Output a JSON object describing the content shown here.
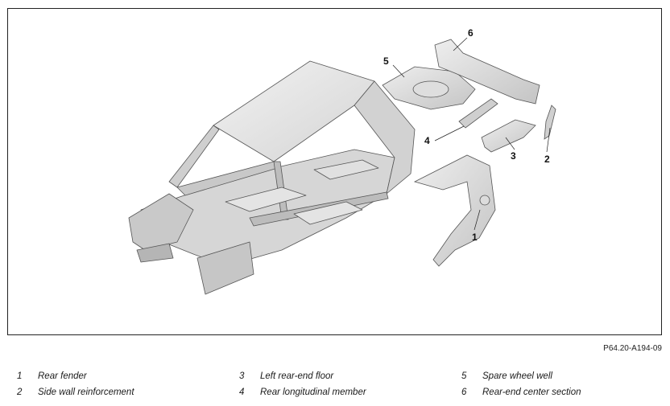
{
  "figure": {
    "reference_code": "P64.20-A194-09",
    "icon": "car-body-in-white-exploded-illustration",
    "callouts": [
      {
        "number": "1",
        "label": "Rear fender"
      },
      {
        "number": "2",
        "label": "Side wall reinforcement"
      },
      {
        "number": "3",
        "label": "Left rear-end floor"
      },
      {
        "number": "4",
        "label": "Rear longitudinal member"
      },
      {
        "number": "5",
        "label": "Spare wheel well"
      },
      {
        "number": "6",
        "label": "Rear-end center section"
      }
    ]
  },
  "legend": [
    {
      "number": "1",
      "label": "Rear fender"
    },
    {
      "number": "2",
      "label": "Side wall reinforcement"
    },
    {
      "number": "3",
      "label": "Left rear-end floor"
    },
    {
      "number": "4",
      "label": "Rear longitudinal member"
    },
    {
      "number": "5",
      "label": "Spare wheel well"
    },
    {
      "number": "6",
      "label": "Rear-end center section"
    }
  ],
  "colors": {
    "metal_light": "#e6e6e6",
    "metal_mid": "#cfcfcf",
    "metal_dark": "#a9a9a9",
    "outline": "#555555"
  }
}
